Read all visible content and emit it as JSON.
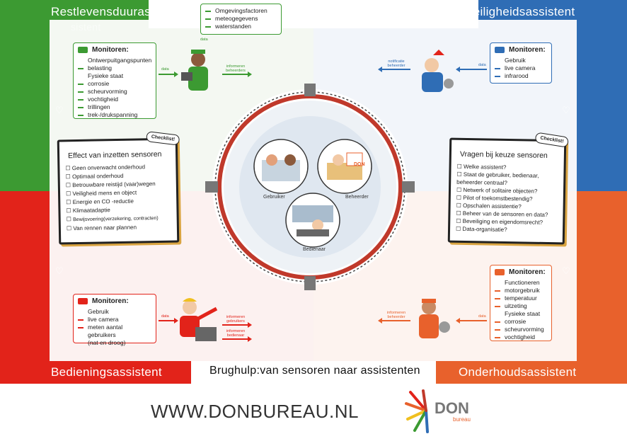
{
  "colors": {
    "green": "#3c9a32",
    "blue": "#2f6db5",
    "red": "#e2231a",
    "orange": "#e8612c",
    "gold": "#d9a441"
  },
  "titles": {
    "top_left": "Restlevensduurassistent",
    "top_left_ghost": "sistent",
    "top_right": "Veiligheidsassistent",
    "bottom_left": "Bedieningsassistent",
    "bottom_right": "Onderhoudsassistent",
    "center": "Brughulp:van sensoren naar assistenten"
  },
  "env_box": {
    "items": [
      "Omgevingsfactoren",
      "meteogegevens",
      "waterstanden"
    ],
    "arrow_label": "data"
  },
  "monitor_tl": {
    "header": "Monitoren:",
    "items": [
      "Ontwerpuitgangspunten",
      "belasting",
      "Fysieke staat",
      "corrosie",
      "scheurvorming",
      "vochtigheid",
      "trillingen",
      "trek-/drukspanning"
    ],
    "arrow_label": "data",
    "out_label": "informeren beheerders"
  },
  "monitor_tr": {
    "header": "Monitoren:",
    "items": [
      "Gebruik",
      "live camera",
      "infrarood"
    ],
    "arrow_label": "data",
    "out_label": "notificatie beheerder"
  },
  "monitor_bl": {
    "header": "Monitoren:",
    "items": [
      "Gebruik",
      "live camera",
      "meten aantal gebruikers",
      "(nat en droog)"
    ],
    "arrow_label": "data",
    "out_label_1": "informeren gebruikers",
    "out_label_2": "informeren bedienaar"
  },
  "monitor_br": {
    "header": "Monitoren:",
    "items": [
      "Functioneren",
      "motorgebruik",
      "temperatuur",
      "uitzeting",
      "Fysieke staat",
      "corrosie",
      "scheurvorming",
      "vochtigheid"
    ],
    "arrow_label": "data",
    "out_label": "informeren beheerder"
  },
  "checklist_left": {
    "badge": "Checklist!",
    "title": "Effect van inzetten sensoren",
    "items": [
      "Geen onverwacht onderhoud",
      "Optimaal onderhoud",
      "Betrouwbare reistijd (vaar)wegen",
      "Veiligheid mens en object",
      "Energie en CO -reductie",
      "Klimaatadaptie",
      "Bewijsvoering(verzekering, contracten)",
      "Van rennen naar plannen"
    ]
  },
  "checklist_right": {
    "badge": "Checklist!",
    "title": "Vragen bij keuze sensoren",
    "items": [
      "Welke assistent?",
      "Staat de gebruiker, bedienaar, beheerder centraal?",
      "Netwerk of solitaire objecten?",
      "Pilot of toekomstbestendig?",
      "Opschalen assistentie?",
      "Beheer van de sensoren en data?",
      "Beveiliging en eigendomsrecht?",
      "Data-organisatie?"
    ]
  },
  "circle_labels": {
    "user": "Gebruiker",
    "manager": "Beheerder",
    "operator": "Bedienaar",
    "don_badge": "DON"
  },
  "footer": {
    "url": "WWW.DONBUREAU.NL",
    "logo_word": "DON",
    "logo_sub": "bureau"
  }
}
